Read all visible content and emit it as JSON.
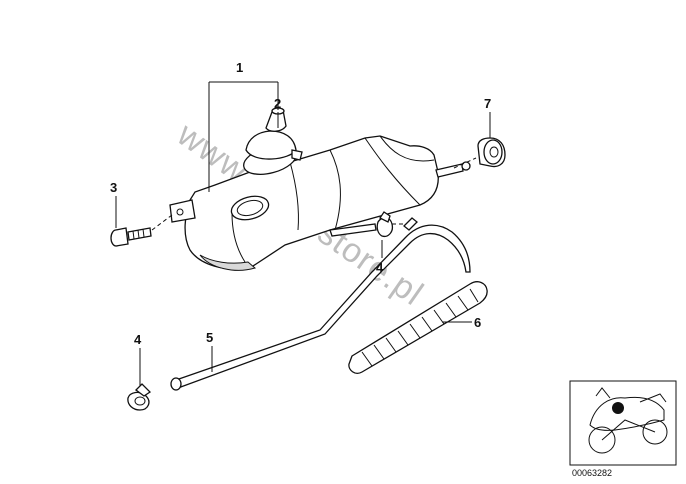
{
  "callouts": [
    {
      "num": "1",
      "part": "reservoir-assembly"
    },
    {
      "num": "2",
      "part": "cap"
    },
    {
      "num": "3",
      "part": "bolt"
    },
    {
      "num": "4",
      "part": "hose-clamp"
    },
    {
      "num": "5",
      "part": "hose"
    },
    {
      "num": "6",
      "part": "protective-sleeve"
    },
    {
      "num": "7",
      "part": "rubber-grommet"
    }
  ],
  "callout_4_second": "4",
  "watermark": "www.BMWstore.pl",
  "reference_code": "00063282",
  "colors": {
    "line": "#111111",
    "watermark": "#bdbdbd",
    "background": "#ffffff"
  }
}
